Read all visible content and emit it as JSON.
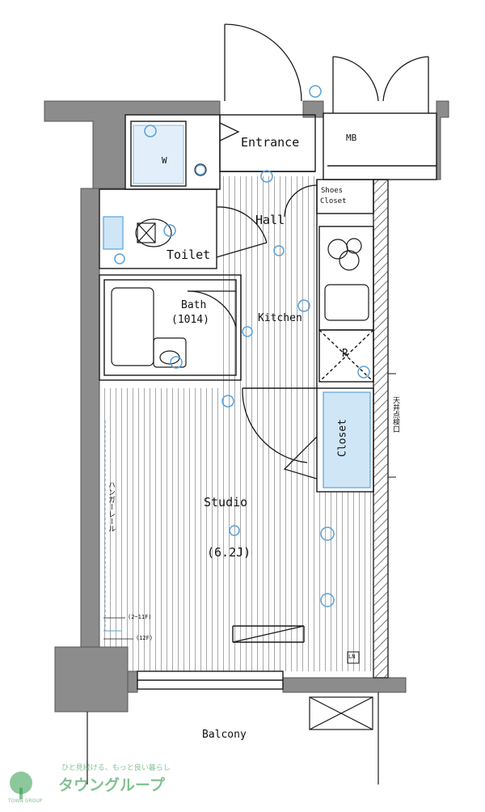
{
  "rooms": {
    "entrance": "Entrance",
    "mb": "MB",
    "shoes_closet_1": "Shoes",
    "shoes_closet_2": "Closet",
    "washer": "W",
    "hall": "Hall",
    "toilet": "Toilet",
    "bath": "Bath",
    "bath_size": "(1014)",
    "kitchen": "Kitchen",
    "fridge": "R",
    "closet": "Closet",
    "studio": "Studio",
    "studio_size": "(6.2J)",
    "balcony": "Balcony"
  },
  "annotations": {
    "hanger_rail": "ハンガーレール",
    "ceiling_storage": "天井点検口",
    "floor_range_1": "(2~11F)",
    "floor_range_2": "(12F)",
    "ln_mark": "LN"
  },
  "brand": {
    "tagline": "ひと見続ける、もっと良い暮らし",
    "name": "タウングループ",
    "subname": "TOWN GROUP"
  },
  "colors": {
    "wall": "#8c8c8c",
    "line": "#1a1a1a",
    "fixture_blue": "#5aa0d8",
    "light_blue": "#cfe6f7",
    "brand_green": "#2e9a4a",
    "floor_stripe": "#9a9a9a"
  }
}
